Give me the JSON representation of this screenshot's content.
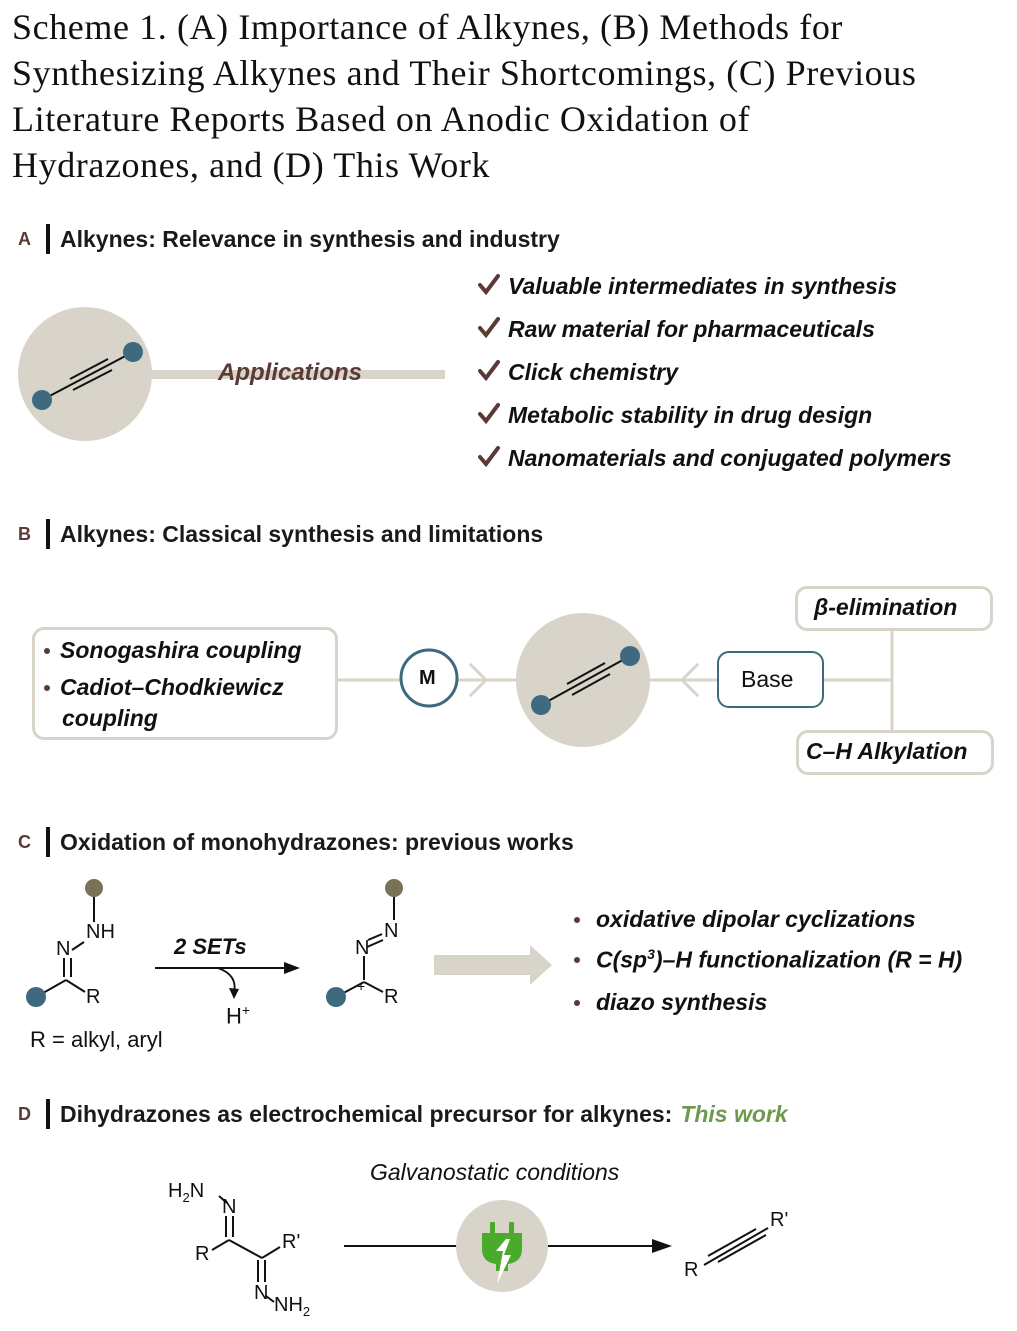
{
  "scheme": {
    "title_lines": [
      "Scheme 1. (A) Importance of Alkynes, (B) Methods for",
      "Synthesizing Alkynes and Their Shortcomings, (C) Previous",
      "Literature Reports Based on Anodic Oxidation of",
      "Hydrazones, and (D) This Work"
    ]
  },
  "section_a": {
    "letter": "A",
    "title": "Alkynes: Relevance in synthesis and industry",
    "center_label": "Applications",
    "applications": [
      "Valuable intermediates in synthesis",
      "Raw material for pharmaceuticals",
      "Click chemistry",
      "Metabolic stability in drug design",
      "Nanomaterials and conjugated polymers"
    ]
  },
  "section_b": {
    "letter": "B",
    "title": "Alkynes: Classical synthesis and limitations",
    "coupling_methods": [
      "Sonogashira coupling",
      "Cadiot–Chodkiewicz",
      "coupling"
    ],
    "metal_label": "M",
    "base_label": "Base",
    "base_routes": [
      "β-elimination",
      "C–H Alkylation"
    ]
  },
  "section_c": {
    "letter": "C",
    "title": "Oxidation of monohydrazones: previous works",
    "reactant": {
      "N1": "N",
      "NH": "NH",
      "R": "R"
    },
    "substituent_note": "R = alkyl, aryl",
    "arrow_above": "2 SETs",
    "arrow_below": "H",
    "arrow_below_sup": "+",
    "product": {
      "N1": "N",
      "N2": "N",
      "charge": "+",
      "R": "R"
    },
    "outcomes": [
      {
        "text": "oxidative dipolar cyclizations"
      },
      {
        "text_pre": "C(sp",
        "sup": "3",
        "text_post": ")–H functionalization (R = H)"
      },
      {
        "text": "diazo synthesis"
      }
    ]
  },
  "section_d": {
    "letter": "D",
    "title": "Dihydrazones as electrochemical precursor for alkynes:",
    "highlight": "This work",
    "condition": "Galvanostatic conditions",
    "reactant": {
      "h2n": "H",
      "h2n_sub": "2",
      "h2n_n": "N",
      "N_top": "N",
      "N_bot": "N",
      "nh": "NH",
      "nh_sub": "2",
      "R": "R",
      "R_prime": "R'"
    },
    "product": {
      "R": "R",
      "R_prime": "R'"
    },
    "colors": {
      "plug": "#4aaa2c"
    }
  },
  "colors": {
    "circle_bg": "#d8d4ca",
    "node": "#3e6a80",
    "node_olive": "#7a7257",
    "accent_brown": "#5a3a35",
    "box_border": "#d8d4ca",
    "base_border": "#3e6a80",
    "this_work": "#6e9a4e"
  }
}
